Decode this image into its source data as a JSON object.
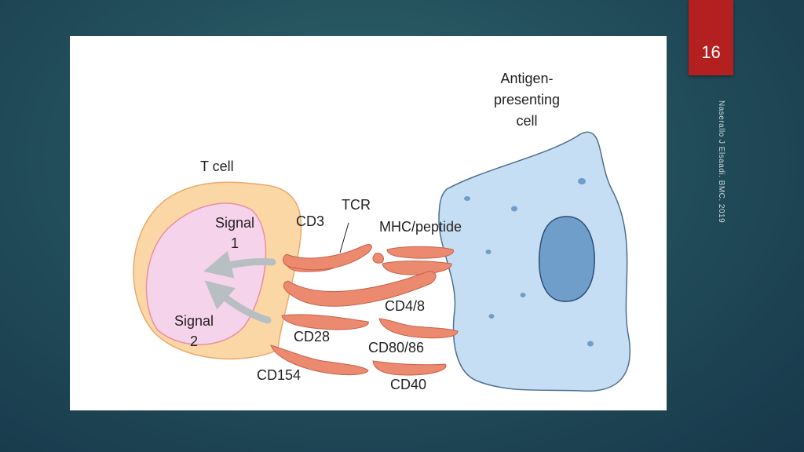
{
  "slide": {
    "number": "16",
    "credit": "Naserallo J Elsaadi. BMC. 2019"
  },
  "diagram": {
    "t_cell_label": "T cell",
    "apc_label": [
      "Antigen-",
      "presenting",
      "cell"
    ],
    "signal1": [
      "Signal",
      "1"
    ],
    "signal2": [
      "Signal",
      "2"
    ],
    "molecules": {
      "cd3": "CD3",
      "tcr": "TCR",
      "mhc_peptide": "MHC/peptide",
      "cd48": "CD4/8",
      "cd28": "CD28",
      "cd8086": "CD80/86",
      "cd154": "CD154",
      "cd40": "CD40"
    },
    "colors": {
      "t_cell_outer": "#fbd7a6",
      "t_cell_inner": "#f5d3ea",
      "apc_body": "#c6def3",
      "apc_nucleus": "#6e9ec9",
      "receptor": "#ec8a70",
      "arrow": "#b7bfc2"
    }
  }
}
